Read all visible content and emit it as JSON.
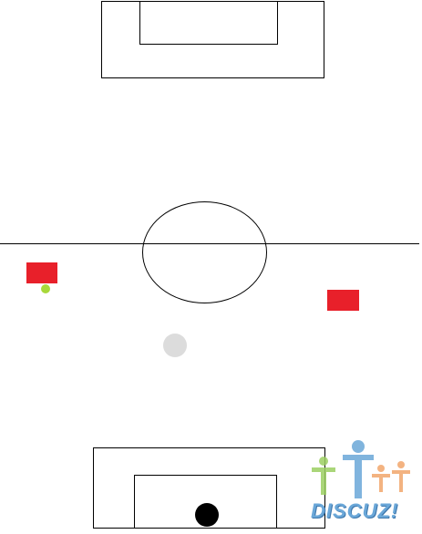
{
  "field": {
    "background_color": "#ffffff",
    "line_color": "#000000"
  },
  "players": [
    {
      "name": "player-left",
      "color": "#e8202a"
    },
    {
      "name": "player-right",
      "color": "#e8202a"
    }
  ],
  "balls": {
    "small_ball_color": "#a8d83a",
    "grey_ball_color": "#dcdcdc",
    "black_ball_color": "#000000"
  },
  "watermark": {
    "text": "DISCUZ!",
    "figure_colors": [
      "#9ccf62",
      "#6aa7d8",
      "#f2a66c",
      "#f2a66c"
    ]
  }
}
